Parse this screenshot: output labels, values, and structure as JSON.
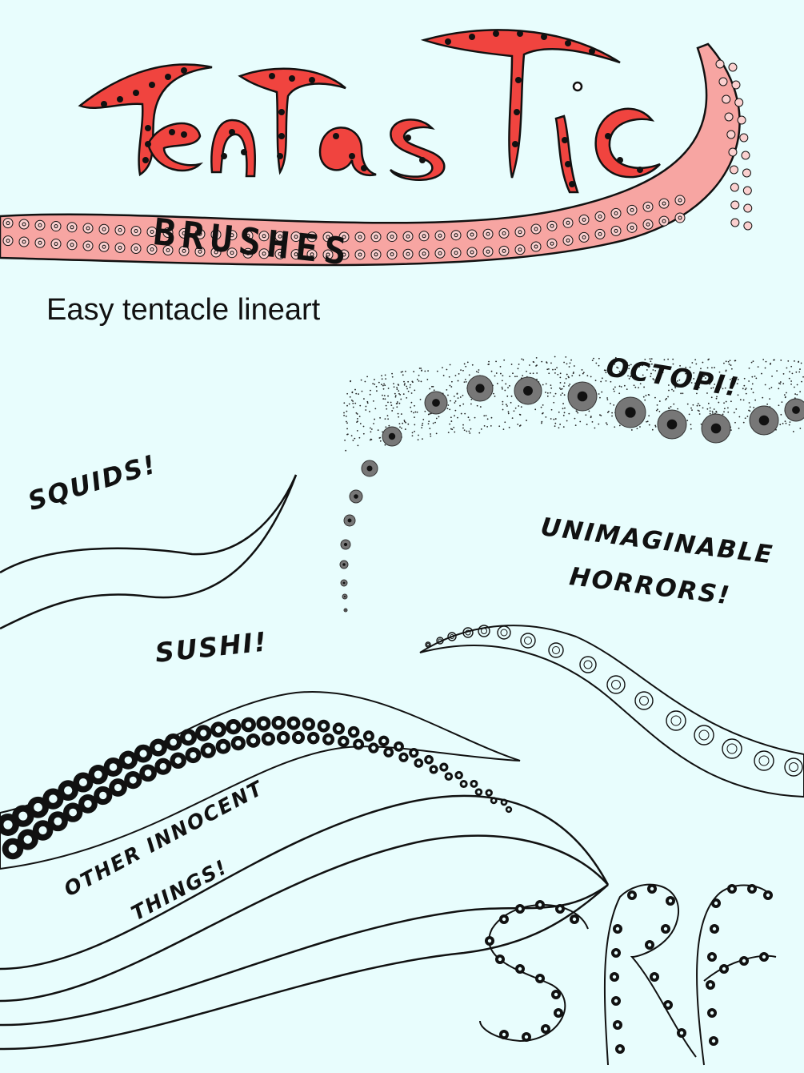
{
  "title": "TenTasTic",
  "brushes_label": "BRUSHES",
  "subtitle": "Easy tentacle lineart",
  "labels": {
    "octopi": "OCTOPI!",
    "squids": "SQUIDS!",
    "unimaginable": "UNIMAGINABLE",
    "horrors": "HORRORS!",
    "sushi": "SUSHI!",
    "other_innocent": "OTHER INNOCENT",
    "things": "THINGS!"
  },
  "signature": "SRF",
  "colors": {
    "background": "#e8fdfd",
    "title_fill": "#f0443f",
    "tentacle_fill": "#f7a5a2",
    "ink": "#111111"
  }
}
